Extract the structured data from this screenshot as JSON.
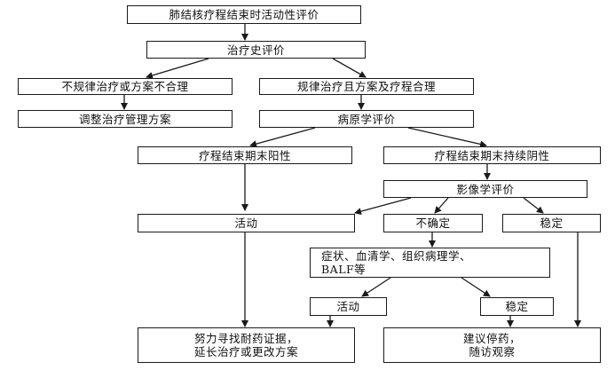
{
  "diagram": {
    "nodes": {
      "end_activity": "肺结核疗程结束时活动性评价",
      "treatment_history": "治疗史评价",
      "irregular": "不规律治疗或方案不合理",
      "regular": "规律治疗且方案及疗程合理",
      "adjust": "调整治疗管理方案",
      "etiology": "病原学评价",
      "end_positive": "疗程结束期末阳性",
      "end_negative": "疗程结束期末持续阴性",
      "imaging": "影像学评价",
      "active_left": "活动",
      "uncertain": "不确定",
      "stable_right": "稳定",
      "symptoms": "症状、血清学、组织病理学、\nBALF等",
      "active_small": "活动",
      "stable_small": "稳定",
      "find_resistance": "努力寻找耐药证据，\n延长治疗或更改方案",
      "stop_drug": "建议停药，\n随访观察"
    }
  }
}
